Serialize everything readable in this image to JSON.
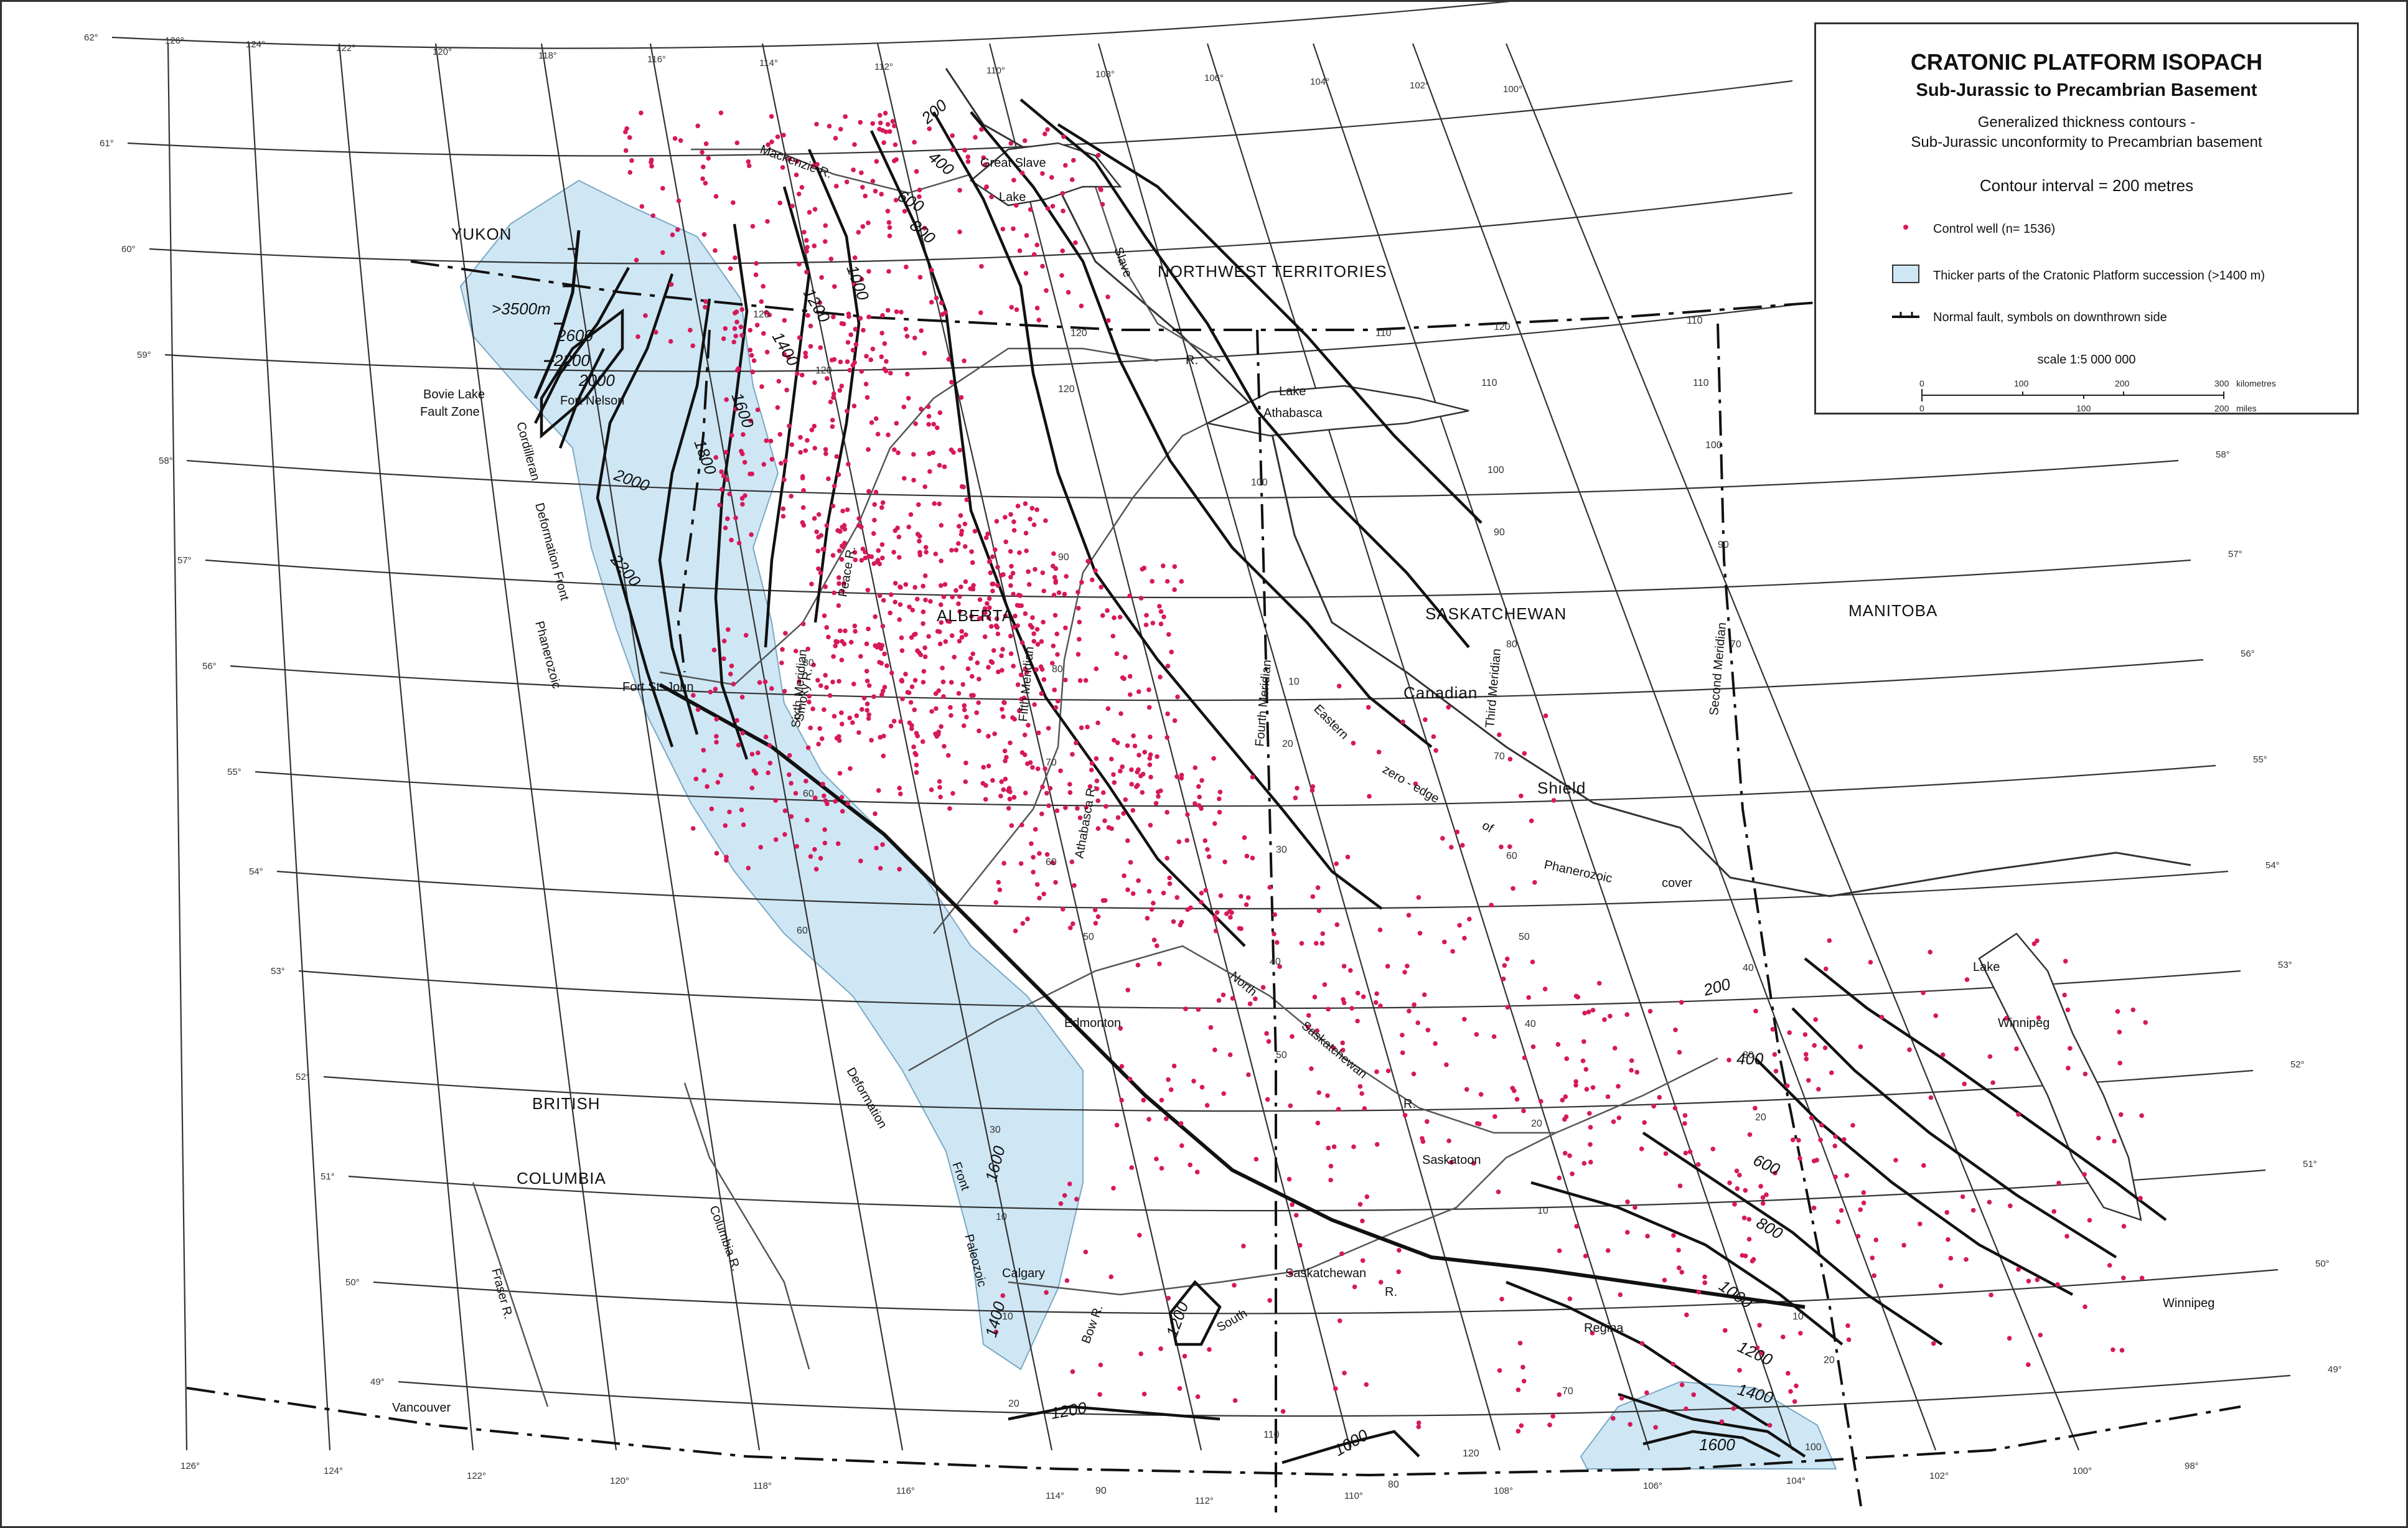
{
  "legend": {
    "title": "CRATONIC PLATFORM ISOPACH",
    "subtitle": "Sub-Jurassic to Precambrian Basement",
    "desc_line1": "Generalized thickness contours -",
    "desc_line2": "Sub-Jurassic unconformity to Precambrian basement",
    "interval": "Contour interval = 200 metres",
    "well_label": "Control well (n= 1536)",
    "zone_label": "Thicker parts of the Cratonic Platform succession (>1400 m)",
    "fault_label": "Normal fault, symbols on downthrown side",
    "scale_label": "scale  1:5 000 000",
    "km_ticks": [
      "0",
      "100",
      "200",
      "300"
    ],
    "km_unit": "kilometres",
    "mi_ticks": [
      "0",
      "100",
      "200"
    ],
    "mi_unit": "miles"
  },
  "regions": {
    "yukon": "YUKON",
    "nwt": "NORTHWEST TERRITORIES",
    "alberta": "ALBERTA",
    "saskatchewan": "SASKATCHEWAN",
    "manitoba": "MANITOBA",
    "bc1": "BRITISH",
    "bc2": "COLUMBIA",
    "canadian": "Canadian",
    "shield": "Shield"
  },
  "places": {
    "great_slave": "Great Slave",
    "lake1": "Lake",
    "lake_athabasca1": "Lake",
    "lake_athabasca2": "Athabasca",
    "fort_nelson": "Fort Nelson",
    "fort_st_john": "Fort St. John",
    "edmonton": "Edmonton",
    "calgary": "Calgary",
    "saskatoon": "Saskatoon",
    "regina": "Regina",
    "winnipeg": "Winnipeg",
    "lake_winnipeg1": "Lake",
    "lake_winnipeg2": "Winnipeg",
    "vancouver": "Vancouver",
    "bovie1": "Bovie Lake",
    "bovie2": "Fault Zone"
  },
  "features": {
    "mackenzie": "Mackenzie R.",
    "slave": "Slave",
    "slave_r": "R.",
    "peace": "Peace R.",
    "smoky": "Smoky R.",
    "athabasca_r": "Athabasca R.",
    "north_sask1": "North",
    "north_sask2": "Saskatchewan",
    "north_sask3": "R.",
    "south_sask1": "South",
    "south_sask2": "Saskatchewan",
    "south_sask3": "R.",
    "bow": "Bow R.",
    "columbia": "Columbia R.",
    "fraser": "Fraser R.",
    "eastern": "Eastern",
    "zero_edge": "zero - edge",
    "of": "of",
    "phanerozoic": "Phanerozoic",
    "cover": "cover",
    "fourth_meridian": "Fourth Meridian",
    "third_meridian": "Third Meridian",
    "second_meridian": "Second Meridian",
    "fifth_meridian": "Fifth Meridian",
    "sixth_meridian": "Sixth Meridian",
    "cordilleran": "Cordilleran",
    "deformation_front1": "Deformation Front",
    "phanerozoic_w": "Phanerozoic",
    "deformation_front2": "Deformation",
    "front2": "Front",
    "paleozoic": "Paleozoic"
  },
  "contour_labels": {
    "c3500": ">3500m",
    "c2600": "2600",
    "c2200a": "2200",
    "c2000a": "2000",
    "c2000b": "2000",
    "c2200b": "2200",
    "c1800": "1800",
    "c1600a": "1600",
    "c1400": "1400",
    "c1200": "1200",
    "c1000": "1000",
    "c800": "800",
    "c600": "600",
    "c400": "400",
    "c200": "200",
    "c200e": "200",
    "c400e": "400",
    "c600e": "600",
    "c800e": "800",
    "c1000e": "1000",
    "c1200e": "1200",
    "c1400e": "1400",
    "c1600e": "1600",
    "c1600c": "1600",
    "c1400c": "1400",
    "c1200s": "1200",
    "c1200c": "1200",
    "c1000s": "1000"
  },
  "graticule": {
    "lon_top": [
      "126°",
      "124°",
      "122°",
      "120°",
      "118°",
      "116°",
      "114°",
      "112°",
      "110°",
      "108°",
      "106°",
      "104°",
      "102°",
      "100°"
    ],
    "lon_bottom": [
      "126°",
      "124°",
      "122°",
      "120°",
      "118°",
      "116°",
      "114°",
      "112°",
      "110°",
      "108°",
      "106°",
      "104°",
      "102°",
      "100°",
      "98°"
    ],
    "lat_left": [
      "62°",
      "61°",
      "60°",
      "59°",
      "58°",
      "57°",
      "56°",
      "55°",
      "54°",
      "53°",
      "52°",
      "51°",
      "50°",
      "49°"
    ],
    "lat_right": [
      "58°",
      "57°",
      "56°",
      "55°",
      "54°",
      "53°",
      "52°",
      "51°",
      "50°",
      "49°"
    ]
  },
  "township_labels": [
    "120",
    "120",
    "110",
    "120",
    "110",
    "120",
    "120",
    "110",
    "110",
    "100",
    "100",
    "100",
    "90",
    "90",
    "90",
    "80",
    "80",
    "80",
    "70",
    "70",
    "70",
    "60",
    "60",
    "60",
    "60",
    "50",
    "50",
    "40",
    "40",
    "30",
    "30",
    "20",
    "20",
    "10",
    "10",
    "10",
    "10",
    "20",
    "20",
    "120",
    "110",
    "100",
    "90",
    "80",
    "70",
    "50",
    "40",
    "30",
    "20",
    "10"
  ],
  "colors": {
    "well": "#d6195a",
    "thick_zone": "#cfe7f5",
    "line": "#111111"
  }
}
